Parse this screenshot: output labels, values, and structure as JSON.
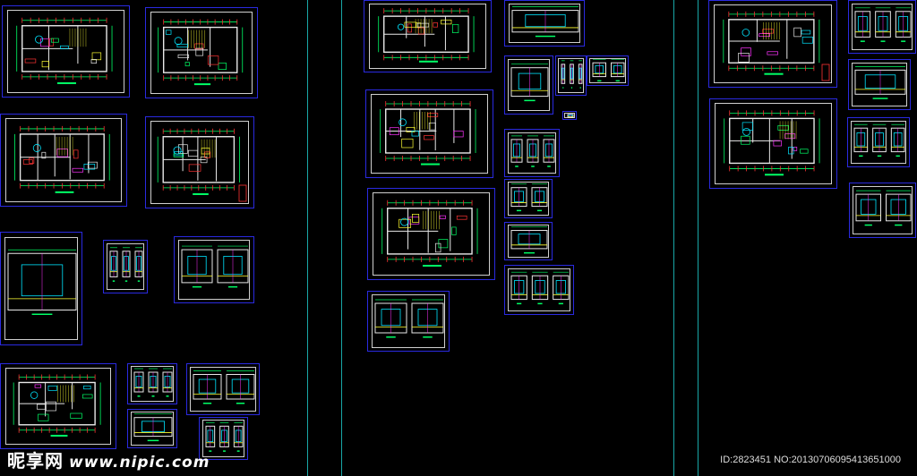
{
  "colors": {
    "background": "#000000",
    "sheet_border": "#2a2ae0",
    "frame": "#cfcfcf",
    "separator": "#19a7a7",
    "line_green": "#00ff66",
    "line_cyan": "#00e5ff",
    "line_yellow": "#ffff33",
    "line_red": "#ff3333",
    "line_magenta": "#ff33ff",
    "line_white": "#e8e8e8"
  },
  "watermark": {
    "logo_text": "昵享网",
    "url_text": "www.nipic.com",
    "id_text": "ID:2823451 NO:20130706095413651000"
  }
}
